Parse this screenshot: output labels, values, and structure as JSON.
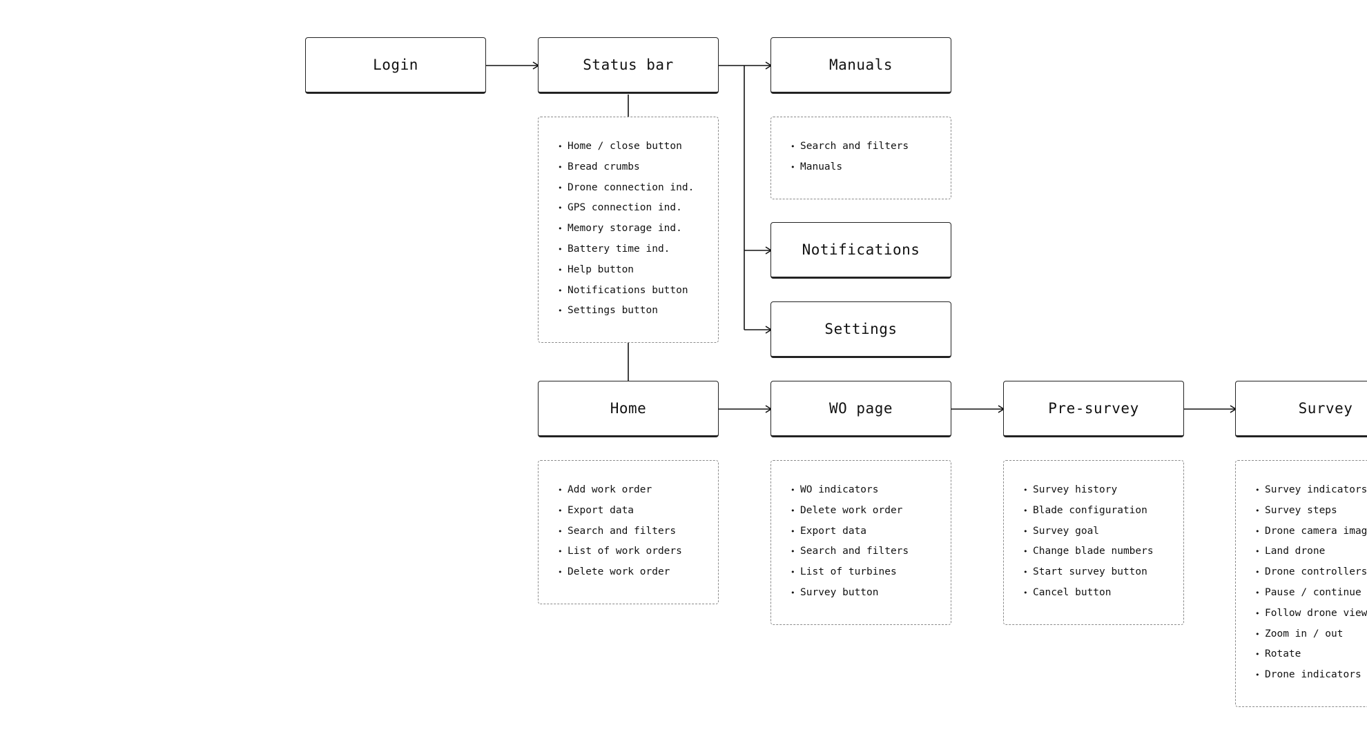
{
  "nodes": {
    "login": {
      "label": "Login"
    },
    "status_bar": {
      "label": "Status bar",
      "items": [
        "Home / close button",
        "Bread crumbs",
        "Drone connection ind.",
        "GPS connection ind.",
        "Memory storage ind.",
        "Battery time ind.",
        "Help button",
        "Notifications button",
        "Settings button"
      ]
    },
    "manuals": {
      "label": "Manuals",
      "items": [
        "Search and filters",
        "Manuals"
      ]
    },
    "notifications": {
      "label": "Notifications"
    },
    "settings": {
      "label": "Settings"
    },
    "home": {
      "label": "Home",
      "items": [
        "Add work order",
        "Export data",
        "Search and filters",
        "List of work orders",
        "Delete work order"
      ]
    },
    "wo_page": {
      "label": "WO page",
      "items": [
        "WO indicators",
        "Delete work order",
        "Export data",
        "Search and filters",
        "List of turbines",
        "Survey button"
      ]
    },
    "pre_survey": {
      "label": "Pre-survey",
      "items": [
        "Survey history",
        "Blade configuration",
        "Survey goal",
        "Change blade numbers",
        "Start survey button",
        "Cancel button"
      ]
    },
    "survey": {
      "label": "Survey",
      "items": [
        "Survey indicators",
        "Survey steps",
        "Drone camera image",
        "Land drone",
        "Drone controllers",
        "Pause / continue",
        "Follow drone view",
        "Zoom in / out",
        "Rotate",
        "Drone indicators"
      ]
    }
  },
  "edges": [
    [
      "login",
      "status_bar"
    ],
    [
      "status_bar",
      "manuals"
    ],
    [
      "status_bar",
      "notifications"
    ],
    [
      "status_bar",
      "settings"
    ],
    [
      "status_bar",
      "home"
    ],
    [
      "home",
      "wo_page"
    ],
    [
      "wo_page",
      "pre_survey"
    ],
    [
      "pre_survey",
      "survey"
    ]
  ],
  "colors": {
    "node_border": "#222222",
    "dashed_border": "#8a8a8a",
    "line": "#111111"
  }
}
